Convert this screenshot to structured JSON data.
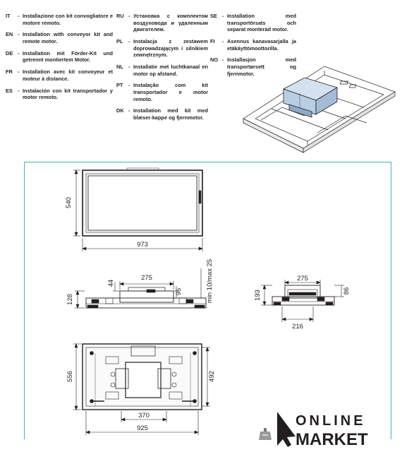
{
  "languages": [
    {
      "code": "IT",
      "text": "Installazione con kit convogliatore e motore remoto."
    },
    {
      "code": "EN",
      "text": "Installation with conveyor kit and remote motor."
    },
    {
      "code": "DE",
      "text": "Installation mit Förder-Kit und getrennt montiertem Motor."
    },
    {
      "code": "FR",
      "text": "Installation avec kit convoyeur et moteur à distance."
    },
    {
      "code": "ES",
      "text": "Instalación con kit transportador y motor remoto."
    },
    {
      "code": "RU",
      "text": "Установка с комплектом воздуховода и удаленным двигателем."
    },
    {
      "code": "PL",
      "text": "Instalacja z zestawem doprowadzającym i silnikiem zewnętrznym."
    },
    {
      "code": "NL",
      "text": "Installatie met luchtkanaal en motor op afstand."
    },
    {
      "code": "PT",
      "text": "Instalação com kit transportador e motor remoto."
    },
    {
      "code": "DK",
      "text": "Installation med kit med blæser-kappe og fjernmotor."
    },
    {
      "code": "SE",
      "text": "Installation med transportörsats och separat monterad motor."
    },
    {
      "code": "FI",
      "text": "Asennus kanavasarjalla ja etäkäyttömoottorilla."
    },
    {
      "code": "NO",
      "text": "Installasjon med transportørsett og fjernmotor."
    }
  ],
  "dimensions": {
    "top_height": "540",
    "top_width": "973",
    "front_inner_width": "275",
    "front_44": "44",
    "front_95": "95",
    "front_min_max": "min 10/max 25",
    "front_height": "128",
    "side_width": "275",
    "side_height": "193",
    "side_86": "86",
    "side_bottom": "216",
    "bottom_height": "556",
    "bottom_inner_height": "492",
    "bottom_inner_width": "370",
    "bottom_width": "925"
  },
  "logo": {
    "line1": "ONLINE",
    "line2": "MARKET"
  },
  "colors": {
    "frame": "#3fb4b7",
    "line": "#231f20",
    "duct": "#b9cde3"
  }
}
